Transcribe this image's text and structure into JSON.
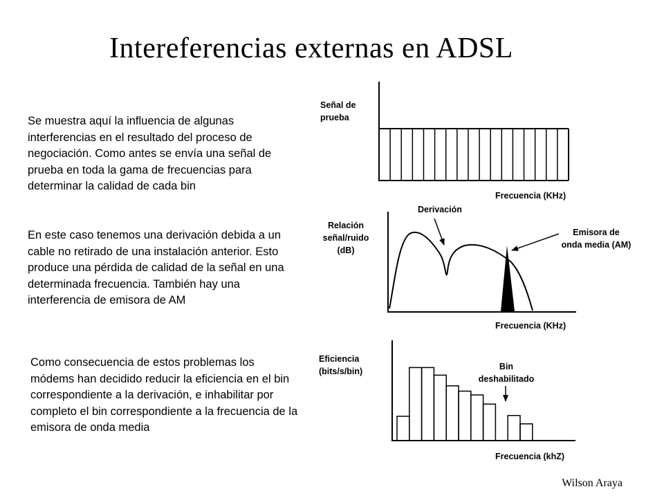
{
  "title": "Intereferencias externas en ADSL",
  "paragraphs": [
    "Se muestra aquí la influencia de algunas interferencias en el resultado del proceso de negociación. Como antes se envía una señal de prueba en toda la gama de frecuencias para determinar la calidad de cada bin",
    "En este caso tenemos una derivación debida a un cable no retirado de una instalación anterior. Esto produce una pérdida de calidad de la señal en una determinada frecuencia. También hay una interferencia de emisora de AM",
    "Como consecuencia de estos problemas los módems han decidido reducir la eficiencia en el bin correspondiente a la derivación, e inhabilitar por completo el bin correspondiente a la frecuencia de la emisora de onda media"
  ],
  "diagram1": {
    "y_label": [
      "Señal de",
      "prueba"
    ],
    "x_label": "Frecuencia (KHz)"
  },
  "diagram2": {
    "y_label": [
      "Relación",
      "señal/ruido",
      "(dB)"
    ],
    "x_label": "Frecuencia (KHz)",
    "annotation_derivacion": "Derivación",
    "annotation_emisora": [
      "Emisora de",
      "onda media (AM)"
    ]
  },
  "diagram3": {
    "y_label": [
      "Eficiencia",
      "(bits/s/bin)"
    ],
    "x_label": "Frecuencia (khZ)",
    "annotation_bin": [
      "Bin",
      "deshabilitado"
    ],
    "bin_levels": [
      0.32,
      0.96,
      0.96,
      0.86,
      0.72,
      0.65,
      0.6,
      0.48,
      0,
      0.33,
      0.22
    ]
  },
  "footer": "Wilson Araya"
}
